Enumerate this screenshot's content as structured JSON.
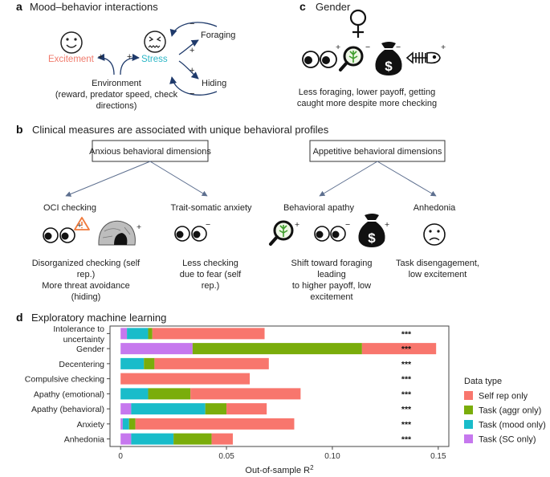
{
  "panels": {
    "a": {
      "label": "a",
      "title": "Mood–behavior interactions",
      "excitement": "Excitement",
      "stress": "Stress",
      "foraging": "Foraging",
      "hiding": "Hiding",
      "environment": [
        "Environment",
        "(reward, predator speed, check",
        "directions)"
      ],
      "signs": {
        "exc_env": "+",
        "env_stress": "+",
        "stress_forage_top": "−",
        "stress_forage": "+",
        "stress_hide": "+",
        "hide_stress": "−"
      },
      "colors": {
        "excitement": "#f07a6c",
        "stress": "#2bb6c6"
      }
    },
    "c": {
      "label": "c",
      "title": "Gender",
      "signs": {
        "eyes": "+",
        "magnifier": "−",
        "money": "−",
        "fish": "+"
      },
      "caption": [
        "Less foraging, lower payoff, getting",
        "caught more despite more checking"
      ]
    },
    "b": {
      "label": "b",
      "title": "Clinical measures are associated with unique behavioral profiles",
      "box_left": "Anxious behavioral dimensions",
      "box_right": "Appetitive behavioral dimensions",
      "items": [
        {
          "name": "OCI checking",
          "desc": [
            "Disorganized checking (self",
            "rep.)",
            "More threat avoidance",
            "(hiding)"
          ]
        },
        {
          "name": "Trait-somatic anxiety",
          "desc": [
            "Less checking",
            "due to fear (self",
            "rep.)"
          ]
        },
        {
          "name": "Behavioral apathy",
          "desc": [
            "Shift toward foraging",
            "leading",
            "to higher payoff, low",
            "excitement"
          ]
        },
        {
          "name": "Anhedonia",
          "desc": [
            "Task disengagement,",
            "low excitement"
          ]
        }
      ],
      "signs": {
        "warning": "+",
        "cave": "+",
        "anx_eyes": "−",
        "apathy_mag": "+",
        "apathy_eyes": "−",
        "apathy_money": "+"
      }
    },
    "d": {
      "label": "d",
      "title": "Exploratory machine learning"
    }
  },
  "chart_data": {
    "type": "bar",
    "orientation": "horizontal",
    "stacked": true,
    "categories": [
      "Intolerance to uncertainty",
      "Gender",
      "Decentering",
      "Compulsive checking",
      "Apathy (emotional)",
      "Apathy (behavioral)",
      "Anxiety",
      "Anhedonia"
    ],
    "category_lines": [
      [
        "Intolerance to",
        "uncertainty"
      ],
      [
        "Gender"
      ],
      [
        "Decentering"
      ],
      [
        "Compulsive checking"
      ],
      [
        "Apathy (emotional)"
      ],
      [
        "Apathy (behavioral)"
      ],
      [
        "Anxiety"
      ],
      [
        "Anhedonia"
      ]
    ],
    "series": [
      {
        "name": "Task (SC only)",
        "color": "#c678ee",
        "values": [
          0.003,
          0.034,
          0,
          0,
          0,
          0.005,
          0.001,
          0.005
        ]
      },
      {
        "name": "Task (mood only)",
        "color": "#19bcca",
        "values": [
          0.01,
          0,
          0.011,
          0,
          0.013,
          0.035,
          0.003,
          0.02
        ]
      },
      {
        "name": "Task (aggr only)",
        "color": "#7aad0b",
        "values": [
          0.002,
          0.08,
          0.005,
          0,
          0.02,
          0.01,
          0.003,
          0.018
        ]
      },
      {
        "name": "Self rep only",
        "color": "#f8766d",
        "values": [
          0.053,
          0.035,
          0.054,
          0.061,
          0.052,
          0.019,
          0.075,
          0.01
        ]
      }
    ],
    "significance": [
      "***",
      "***",
      "***",
      "***",
      "***",
      "***",
      "***",
      "***"
    ],
    "xlabel": "Out-of-sample R",
    "xlabel_sup": "2",
    "xlim": [
      -0.005,
      0.155
    ],
    "xticks": [
      0,
      0.05,
      0.1,
      0.15
    ],
    "xtick_labels": [
      "0",
      "0.05",
      "0.10",
      "0.15"
    ],
    "legend_title": "Data type",
    "legend_order": [
      "Self rep only",
      "Task (aggr only)",
      "Task (mood only)",
      "Task (SC only)"
    ],
    "legend_position": "right",
    "grid": false
  }
}
